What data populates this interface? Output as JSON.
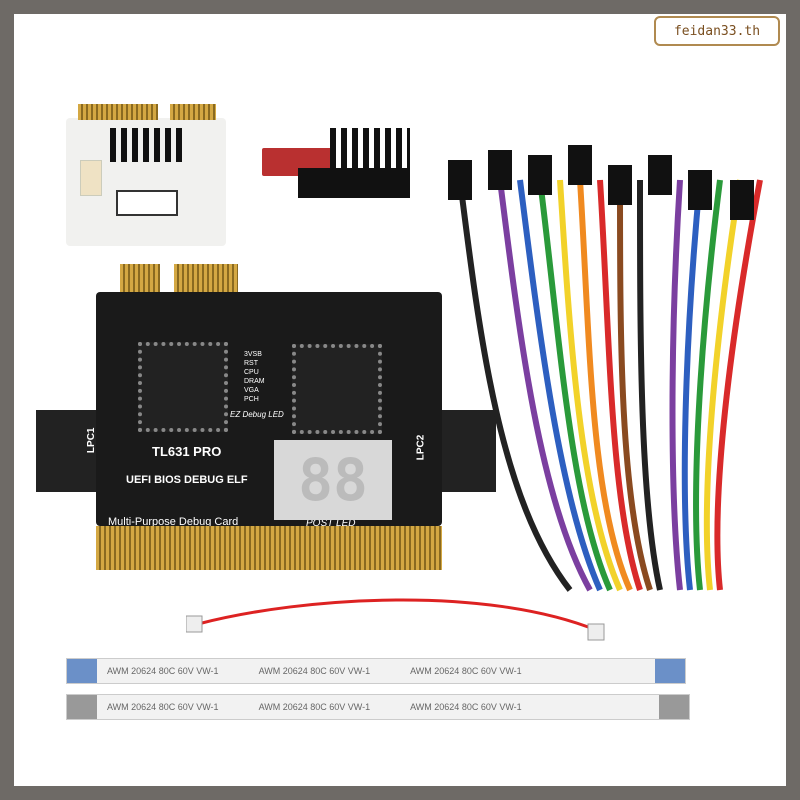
{
  "watermark": "feidan33.th",
  "debug_card": {
    "model": "TL631 PRO",
    "subtitle": "UEFI BIOS DEBUG ELF",
    "description": "Multi-Purpose Debug Card",
    "post_led_label": "POST LED",
    "ez_debug_label": "EZ Debug LED",
    "led_labels": [
      "3VSB",
      "RST",
      "CPU",
      "DRAM",
      "VGA",
      "PCH"
    ],
    "lpc1": "LPC1",
    "lpc2": "LPC2",
    "display": "88"
  },
  "ribbon_cable": {
    "print": "AWM 20624 80C 60V VW-1"
  },
  "colors": {
    "frame": "#6e6a66",
    "pcb": "#1a1a1a",
    "gold": "#d4a843",
    "adapter": "#b93030",
    "ribbon_end": "#6b90c8"
  }
}
